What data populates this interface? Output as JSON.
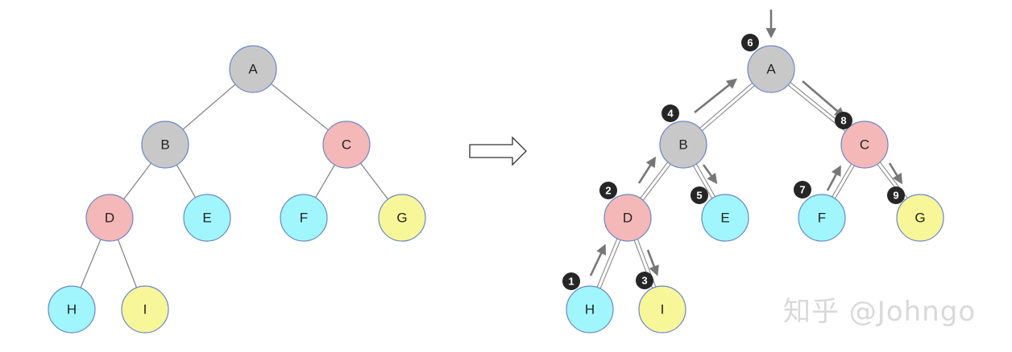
{
  "colors": {
    "gray": "#c8c8c8",
    "pink": "#f4b8b8",
    "cyan": "#a0f6fc",
    "yellow": "#f7f79a",
    "stroke": "#6a86c8",
    "edge": "#888888",
    "arrow": "#777777",
    "badge": "#262626"
  },
  "left_tree": {
    "nodes": [
      {
        "id": "A",
        "label": "A",
        "color": "gray"
      },
      {
        "id": "B",
        "label": "B",
        "color": "gray"
      },
      {
        "id": "C",
        "label": "C",
        "color": "pink"
      },
      {
        "id": "D",
        "label": "D",
        "color": "pink"
      },
      {
        "id": "E",
        "label": "E",
        "color": "cyan"
      },
      {
        "id": "F",
        "label": "F",
        "color": "cyan"
      },
      {
        "id": "G",
        "label": "G",
        "color": "yellow"
      },
      {
        "id": "H",
        "label": "H",
        "color": "cyan"
      },
      {
        "id": "I",
        "label": "I",
        "color": "yellow"
      }
    ],
    "edges": [
      [
        "A",
        "B"
      ],
      [
        "A",
        "C"
      ],
      [
        "B",
        "D"
      ],
      [
        "B",
        "E"
      ],
      [
        "C",
        "F"
      ],
      [
        "C",
        "G"
      ],
      [
        "D",
        "H"
      ],
      [
        "D",
        "I"
      ]
    ]
  },
  "right_tree": {
    "nodes": [
      {
        "id": "A",
        "label": "A",
        "color": "gray"
      },
      {
        "id": "B",
        "label": "B",
        "color": "gray"
      },
      {
        "id": "C",
        "label": "C",
        "color": "pink"
      },
      {
        "id": "D",
        "label": "D",
        "color": "pink"
      },
      {
        "id": "E",
        "label": "E",
        "color": "cyan"
      },
      {
        "id": "F",
        "label": "F",
        "color": "cyan"
      },
      {
        "id": "G",
        "label": "G",
        "color": "yellow"
      },
      {
        "id": "H",
        "label": "H",
        "color": "cyan"
      },
      {
        "id": "I",
        "label": "I",
        "color": "yellow"
      }
    ],
    "edges": [
      [
        "A",
        "B"
      ],
      [
        "A",
        "C"
      ],
      [
        "B",
        "D"
      ],
      [
        "B",
        "E"
      ],
      [
        "C",
        "F"
      ],
      [
        "C",
        "G"
      ],
      [
        "D",
        "H"
      ],
      [
        "D",
        "I"
      ]
    ],
    "order_badges": [
      {
        "node": "H",
        "number": "1"
      },
      {
        "node": "D",
        "number": "2"
      },
      {
        "node": "I",
        "number": "3"
      },
      {
        "node": "B",
        "number": "4"
      },
      {
        "node": "E",
        "number": "5"
      },
      {
        "node": "A",
        "number": "6"
      },
      {
        "node": "F",
        "number": "7"
      },
      {
        "node": "C",
        "number": "8"
      },
      {
        "node": "G",
        "number": "9"
      }
    ]
  },
  "watermark": "知乎 @Johngo"
}
